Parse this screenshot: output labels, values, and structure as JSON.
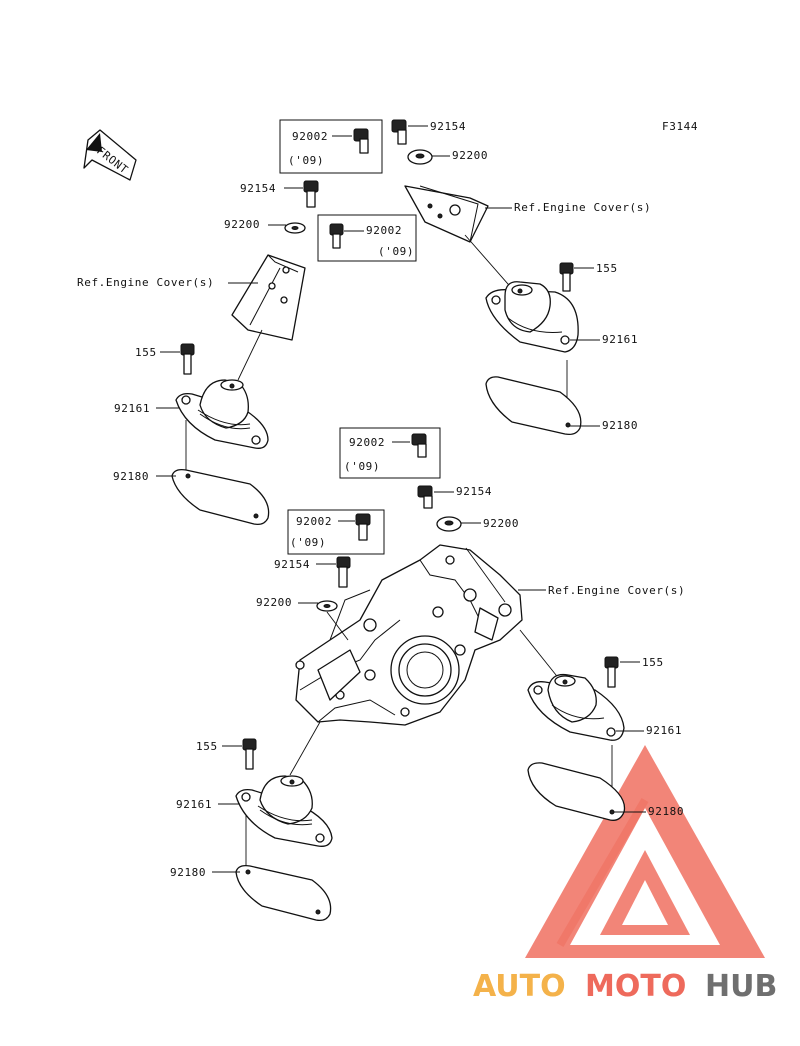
{
  "figure_code": "F3144",
  "front_arrow_text": "FRONT",
  "labels": {
    "upper_right": {
      "bolt_92154": "92154",
      "washer_92200": "92200",
      "ref_engine_cover": "Ref.Engine Cover(s)",
      "bolt_155": "155",
      "mount_92161": "92161",
      "plate_92180": "92180",
      "box_part": "92002",
      "box_year": "('09)"
    },
    "upper_left": {
      "box_part": "92002",
      "box_year": "('09)",
      "bolt_92154": "92154",
      "washer_92200": "92200",
      "ref_engine_cover": "Ref.Engine Cover(s)",
      "bolt_155": "155",
      "mount_92161": "92161",
      "plate_92180": "92180"
    },
    "lower_right": {
      "box_part": "92002",
      "box_year": "('09)",
      "bolt_92154": "92154",
      "washer_92200": "92200",
      "ref_engine_cover": "Ref.Engine Cover(s)",
      "bolt_155": "155",
      "mount_92161": "92161",
      "plate_92180": "92180"
    },
    "lower_left": {
      "box_part": "92002",
      "box_year": "('09)",
      "bolt_92154": "92154",
      "washer_92200": "92200",
      "bolt_155": "155",
      "mount_92161": "92161",
      "plate_92180": "92180"
    }
  },
  "watermark": {
    "part1": "AUTO",
    "part2": "MOTO",
    "part3": "HUB",
    "colors": {
      "orange": "#f4b24a",
      "red": "#ee6a5c",
      "grey": "#6f6f6f"
    }
  }
}
